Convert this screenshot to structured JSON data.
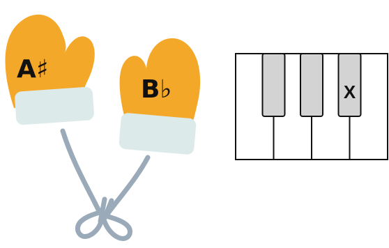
{
  "mittens": [
    {
      "label": "A♯"
    },
    {
      "label": "B♭"
    }
  ],
  "keyboard": {
    "white_key_count": 4,
    "black_key_count": 3,
    "marked_black_key_index": 2,
    "mark_label": "X"
  },
  "colors": {
    "mitten": "#F4A829",
    "cuff": "#DDEAEA",
    "string": "#9AAAB8",
    "black_key": "#D3D3D3",
    "outline": "#111111"
  }
}
